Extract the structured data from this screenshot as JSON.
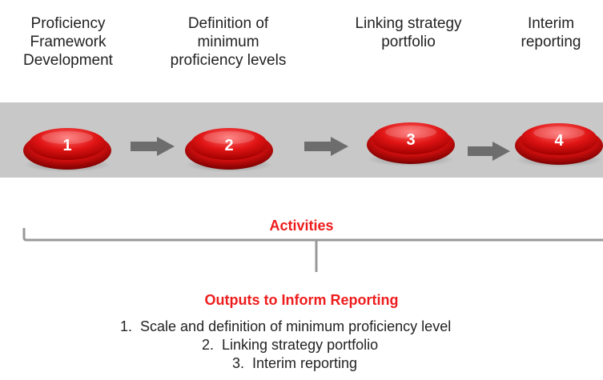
{
  "steps": [
    {
      "number": "1",
      "label": "Proficiency Framework Development"
    },
    {
      "number": "2",
      "label": "Definition of minimum proficiency levels"
    },
    {
      "number": "3",
      "label": "Linking strategy portfolio"
    },
    {
      "number": "4",
      "label": "Interim reporting"
    }
  ],
  "activities_label": "Activities",
  "outputs": {
    "title": "Outputs to Inform Reporting",
    "items": [
      {
        "number": "1.",
        "text": "Scale and definition of minimum proficiency level"
      },
      {
        "number": "2.",
        "text": "Linking strategy portfolio"
      },
      {
        "number": "3.",
        "text": "Interim reporting"
      }
    ]
  },
  "colors": {
    "accent": "#ee1c1c",
    "button_red": "#d81010",
    "band_gray": "#c8c8c8",
    "arrow_gray": "#6d6d6d"
  }
}
